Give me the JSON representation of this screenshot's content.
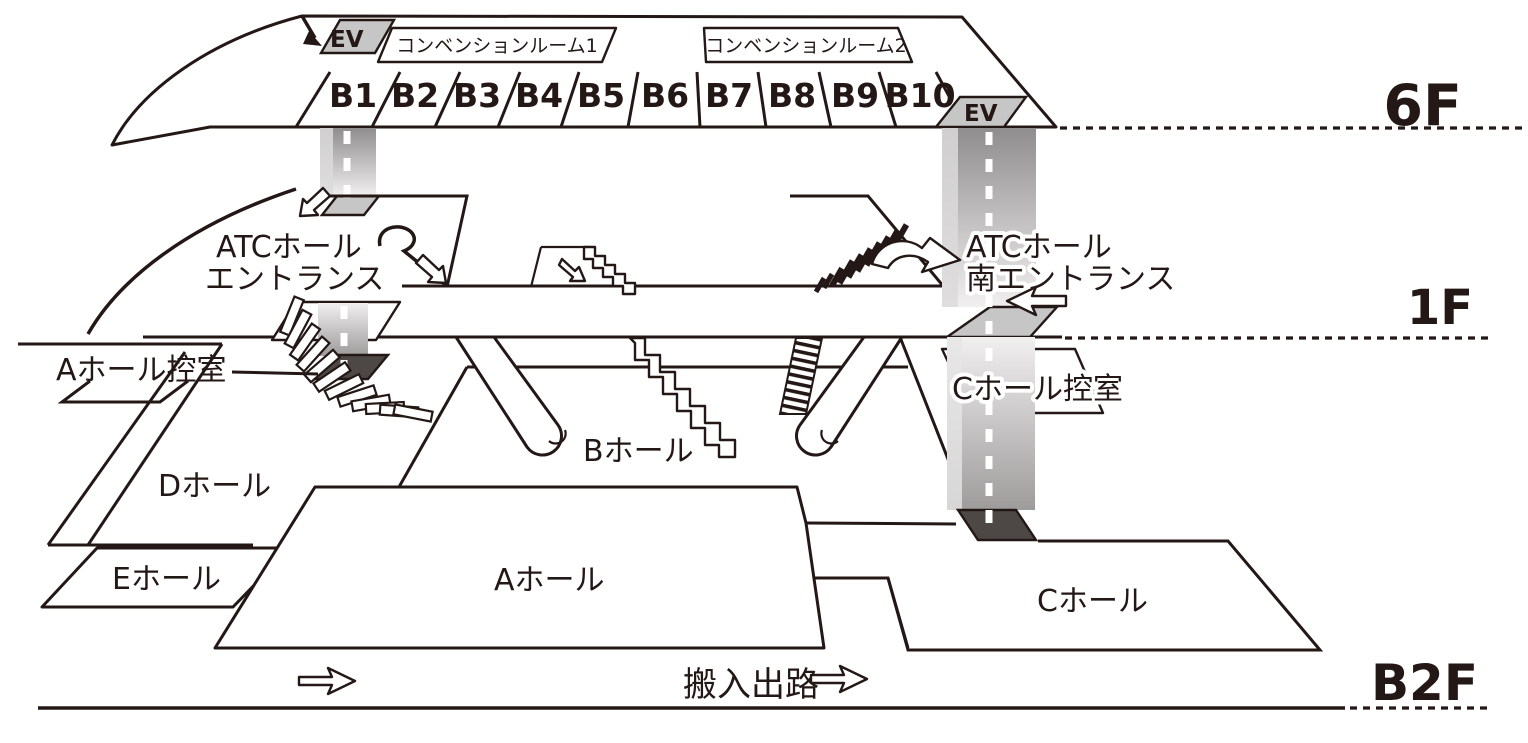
{
  "diagram_title": "ATC hall cross-section floor diagram",
  "palette": {
    "ink": "#231815",
    "pad_gray": "#c7c6c6",
    "pad_dark": "#4d4846",
    "shaft_dark": "#8f8d8d",
    "shaft_light": "#f1efef",
    "background": "#ffffff"
  },
  "floor_labels": {
    "f6": "6F",
    "f1": "1F",
    "b2f": "B2F"
  },
  "floor6": {
    "elevator_left": "EV",
    "elevator_right": "EV",
    "convention_room_1": "コンベンションルーム1",
    "convention_room_2": "コンベンションルーム2",
    "rooms": [
      "B1",
      "B2",
      "B3",
      "B4",
      "B5",
      "B6",
      "B7",
      "B8",
      "B9",
      "B10"
    ]
  },
  "floor1": {
    "entrance_main_line1": "ATCホール",
    "entrance_main_line2": "エントランス",
    "entrance_south_line1": "ATCホール",
    "entrance_south_line2": "南エントランス"
  },
  "lower_floors": {
    "hall_a_waiting": "Aホール控室",
    "hall_c_waiting": "Cホール控室",
    "hall_a": "Aホール",
    "hall_b": "Bホール",
    "hall_c": "Cホール",
    "hall_d": "Dホール",
    "hall_e": "Eホール",
    "loading_route": "搬入出路"
  }
}
